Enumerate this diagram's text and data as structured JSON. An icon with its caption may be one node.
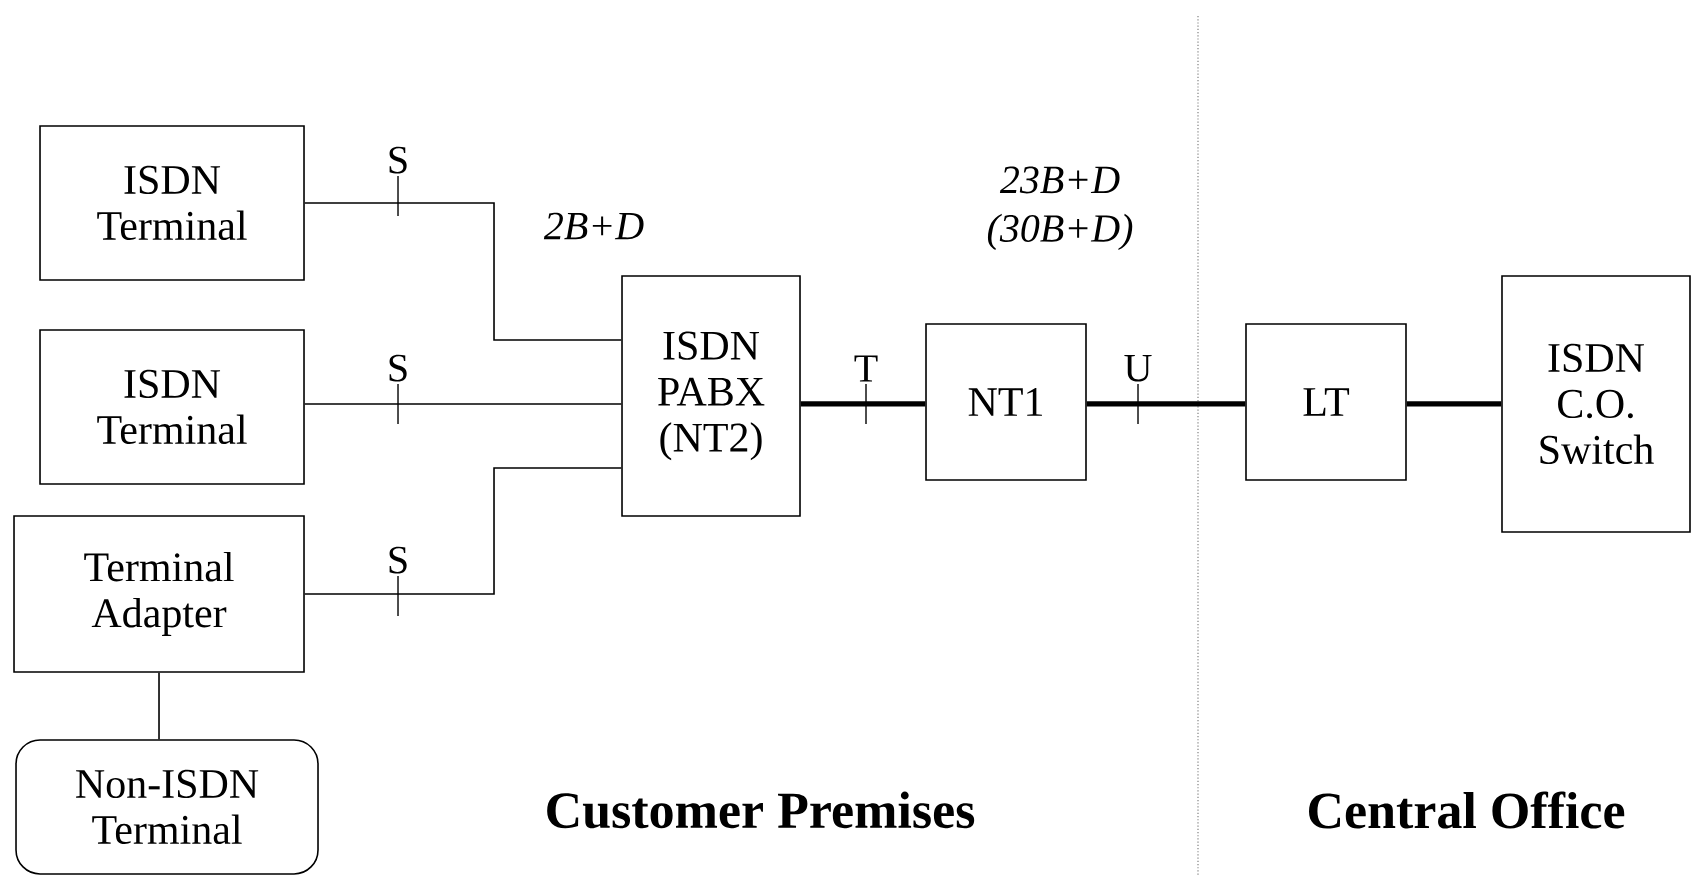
{
  "diagram": {
    "nodes": [
      {
        "text": [
          "ISDN Terminal"
        ]
      },
      {
        "text": [
          "ISDN Terminal"
        ]
      },
      {
        "text": [
          "Terminal Adapter"
        ]
      },
      {
        "text": [
          "Non-ISDN Terminal"
        ]
      },
      {
        "text": [
          "ISDN PABX (NT2)"
        ]
      },
      {
        "text": [
          "NT1"
        ]
      },
      {
        "text": [
          "LT"
        ]
      },
      {
        "text": [
          "ISDN C.O. Switch"
        ]
      }
    ],
    "edges": [
      {
        "from": 0,
        "to": 4,
        "arrow": "none",
        "label": "S"
      },
      {
        "from": 1,
        "to": 4,
        "arrow": "none",
        "label": "S"
      },
      {
        "from": 2,
        "to": 4,
        "arrow": "none",
        "label": "S"
      },
      {
        "from": 2,
        "to": 3,
        "arrow": "none"
      },
      {
        "from": 4,
        "to": 5,
        "arrow": "none",
        "label": "T",
        "style": "thick"
      },
      {
        "from": 5,
        "to": 6,
        "arrow": "none",
        "label": "U",
        "style": "thick"
      },
      {
        "from": 6,
        "to": 7,
        "arrow": "none",
        "style": "thick"
      }
    ],
    "labels": [
      "2B+D",
      "23B+D",
      "(30B+D)",
      "Customer Premises",
      "Central Office"
    ]
  }
}
